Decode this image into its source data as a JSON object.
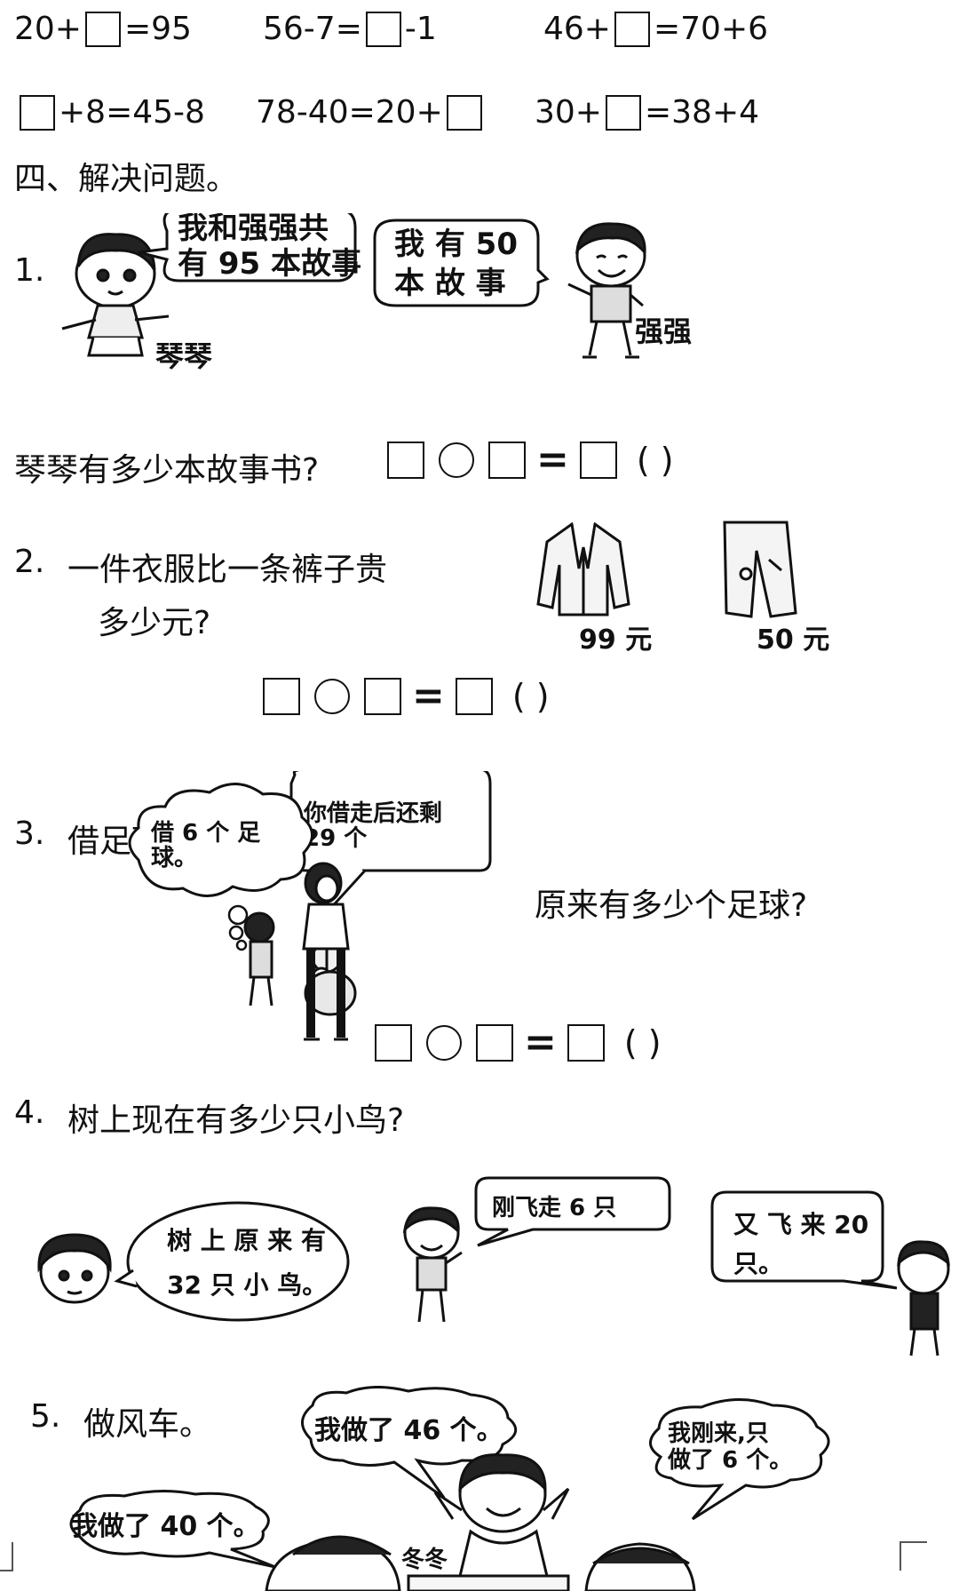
{
  "row1": [
    {
      "pre": "20+",
      "post": "=95"
    },
    {
      "pre": "56-7=",
      "post": "-1"
    },
    {
      "pre": "46+",
      "post": "=70+6"
    }
  ],
  "row2": [
    {
      "pre": "",
      "post": "+8=45-8"
    },
    {
      "pre": "78-40=20+",
      "post": ""
    },
    {
      "pre": "30+",
      "post": "=38+4"
    }
  ],
  "section_title": "四、解决问题。",
  "q1": {
    "num": "1.",
    "bubble_girl": [
      "我和强强共",
      "有 95 本故事"
    ],
    "bubble_boy": [
      "我 有  50",
      "本  故  事"
    ],
    "girl_name": "琴琴",
    "boy_name": "强强",
    "question": "琴琴有多少本故事书?"
  },
  "q2": {
    "num": "2.",
    "question_line1": "一件衣服比一条裤子贵",
    "question_line2": "多少元?",
    "price_jacket": "99 元",
    "price_pants": "50 元"
  },
  "q3": {
    "num": "3.",
    "title": "借足球。",
    "bubble_teacher": [
      "你借走后还剩",
      "29 个"
    ],
    "bubble_boy": [
      "借 6 个 足",
      "球。"
    ],
    "question": "原来有多少个足球?"
  },
  "q4": {
    "num": "4.",
    "question": "树上现在有多少只小鸟?",
    "bubble1": [
      "树 上 原 来 有",
      "32 只 小 鸟。"
    ],
    "bubble2": "刚飞走 6 只",
    "bubble3": [
      "又 飞 来  20",
      "只。"
    ]
  },
  "q5": {
    "num": "5.",
    "title": "做风车。",
    "bubble_center": "我做了 46 个。",
    "bubble_left": "我做了 40 个。",
    "bubble_right": [
      "我刚来,只",
      "做了 6 个。"
    ],
    "name_center": "冬冬"
  },
  "answer_parens": "(     )"
}
